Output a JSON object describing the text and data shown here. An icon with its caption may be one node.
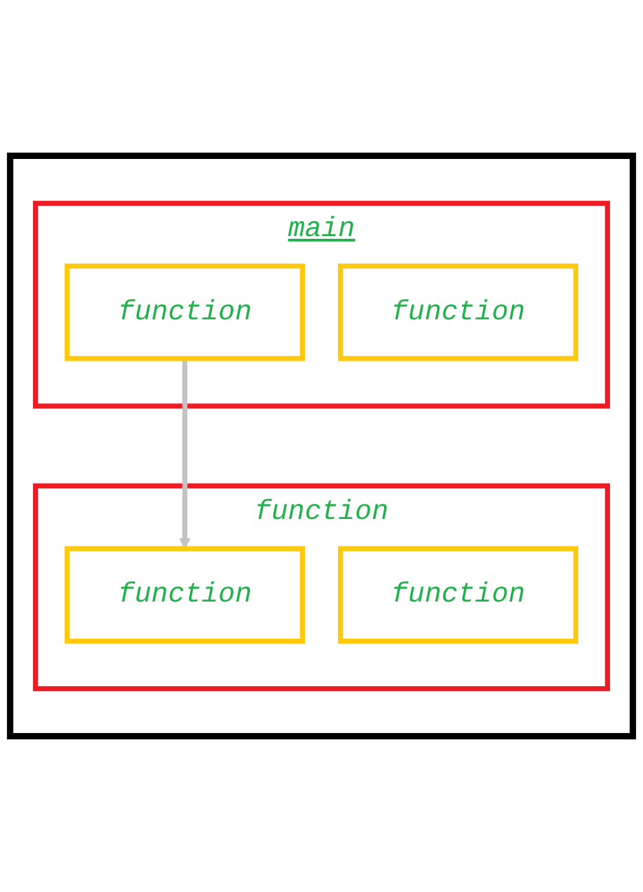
{
  "diagram": {
    "nodes": [
      {
        "text": [],
        "shape": "box"
      },
      {
        "text": [
          "main"
        ],
        "in": 0
      },
      {
        "text": [
          "function"
        ],
        "in": 1
      },
      {
        "text": [
          "function"
        ],
        "in": 1
      },
      {
        "text": [
          "function"
        ],
        "in": 0
      },
      {
        "text": [
          "function"
        ],
        "in": 4
      },
      {
        "text": [
          "function"
        ],
        "in": 4
      }
    ],
    "edges": [
      {
        "from": 2,
        "to": 5,
        "arrow": "to",
        "color": "#c3c3c3"
      }
    ]
  }
}
